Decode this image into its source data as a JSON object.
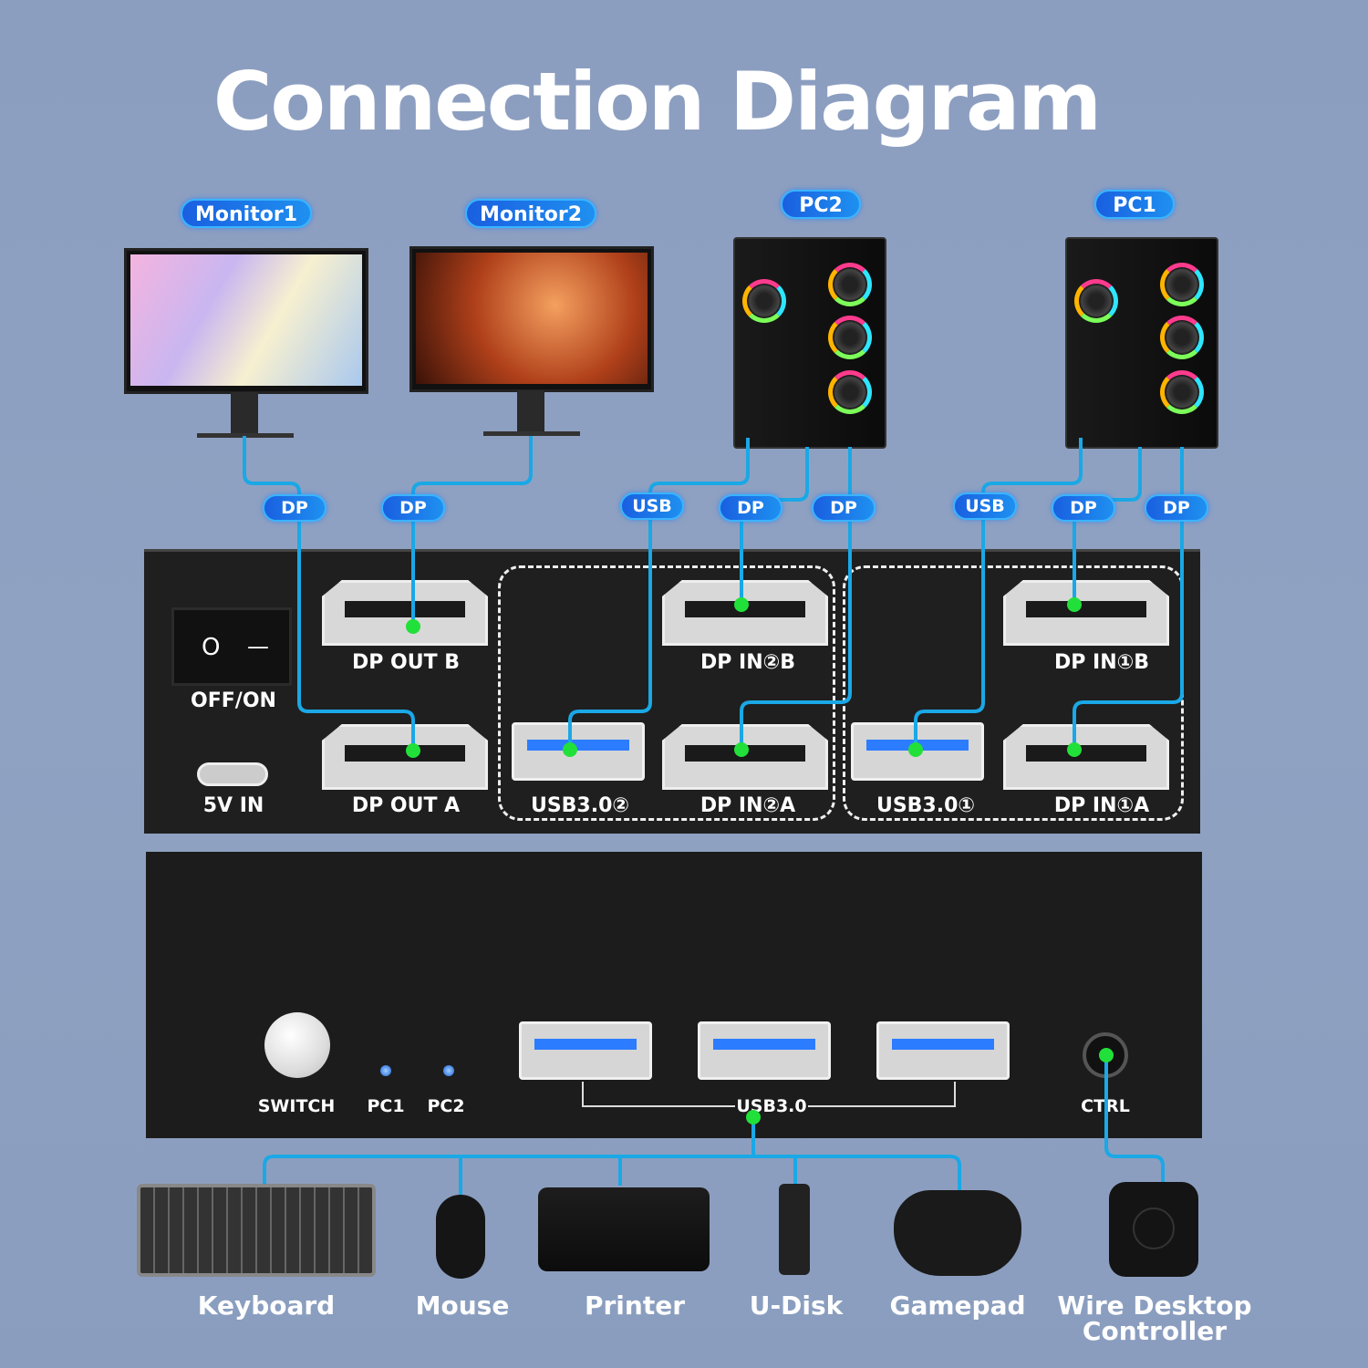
{
  "title": "Connection Diagram",
  "devices": {
    "monitor1": "Monitor1",
    "monitor2": "Monitor2",
    "pc2": "PC2",
    "pc1": "PC1"
  },
  "cable_labels": [
    "DP",
    "DP",
    "USB",
    "DP",
    "DP",
    "USB",
    "DP",
    "DP"
  ],
  "back_panel": {
    "power": "OFF/ON",
    "power_in": "5V IN",
    "dp_out_b": "DP OUT B",
    "dp_out_a": "DP OUT A",
    "usb2": "USB3.0②",
    "dp_in2b": "DP IN②B",
    "dp_in2a": "DP IN②A",
    "usb1": "USB3.0①",
    "dp_in1b": "DP IN①B",
    "dp_in1a": "DP IN①A",
    "switch_on": "O",
    "switch_off": "—"
  },
  "front_panel": {
    "switch": "SWITCH",
    "pc1": "PC1",
    "pc2": "PC2",
    "usb": "USB3.0",
    "ctrl": "CTRL"
  },
  "peripherals": [
    "Keyboard",
    "Mouse",
    "Printer",
    "U-Disk",
    "Gamepad",
    "Wire Desktop Controller"
  ],
  "colors": {
    "cable": "#1aa8e6",
    "node": "#22e03a",
    "pill": "#1a6fe0"
  }
}
